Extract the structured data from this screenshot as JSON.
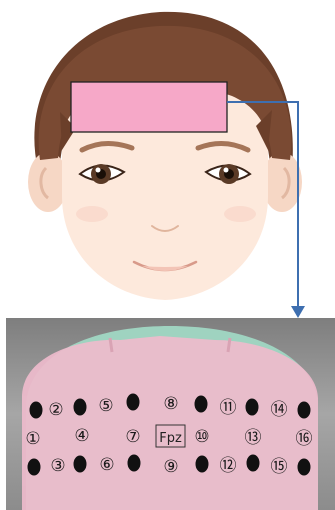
{
  "figure": {
    "fpz_label": "Fpz",
    "colors": {
      "highlight_fill": "#f6a8c8",
      "highlight_stroke": "#222222",
      "arrow": "#3e6fb0",
      "hair": "#6b3f2a",
      "skin": "#fde9dc",
      "cap_gray": "#9a9a9a",
      "cap_pink": "#eebbcc",
      "cap_teal": "#9fd3c0",
      "optode": "#111111"
    }
  },
  "channels": [
    {
      "num": 1,
      "label": "①"
    },
    {
      "num": 2,
      "label": "②"
    },
    {
      "num": 3,
      "label": "③"
    },
    {
      "num": 4,
      "label": "④"
    },
    {
      "num": 5,
      "label": "⑤"
    },
    {
      "num": 6,
      "label": "⑥"
    },
    {
      "num": 7,
      "label": "⑦"
    },
    {
      "num": 8,
      "label": "⑧"
    },
    {
      "num": 9,
      "label": "⑨"
    },
    {
      "num": 10,
      "label": "⑩"
    },
    {
      "num": 11,
      "label": "⑪"
    },
    {
      "num": 12,
      "label": "⑫"
    },
    {
      "num": 13,
      "label": "⑬"
    },
    {
      "num": 14,
      "label": "⑭"
    },
    {
      "num": 15,
      "label": "⑮"
    },
    {
      "num": 16,
      "label": "⑯"
    }
  ]
}
